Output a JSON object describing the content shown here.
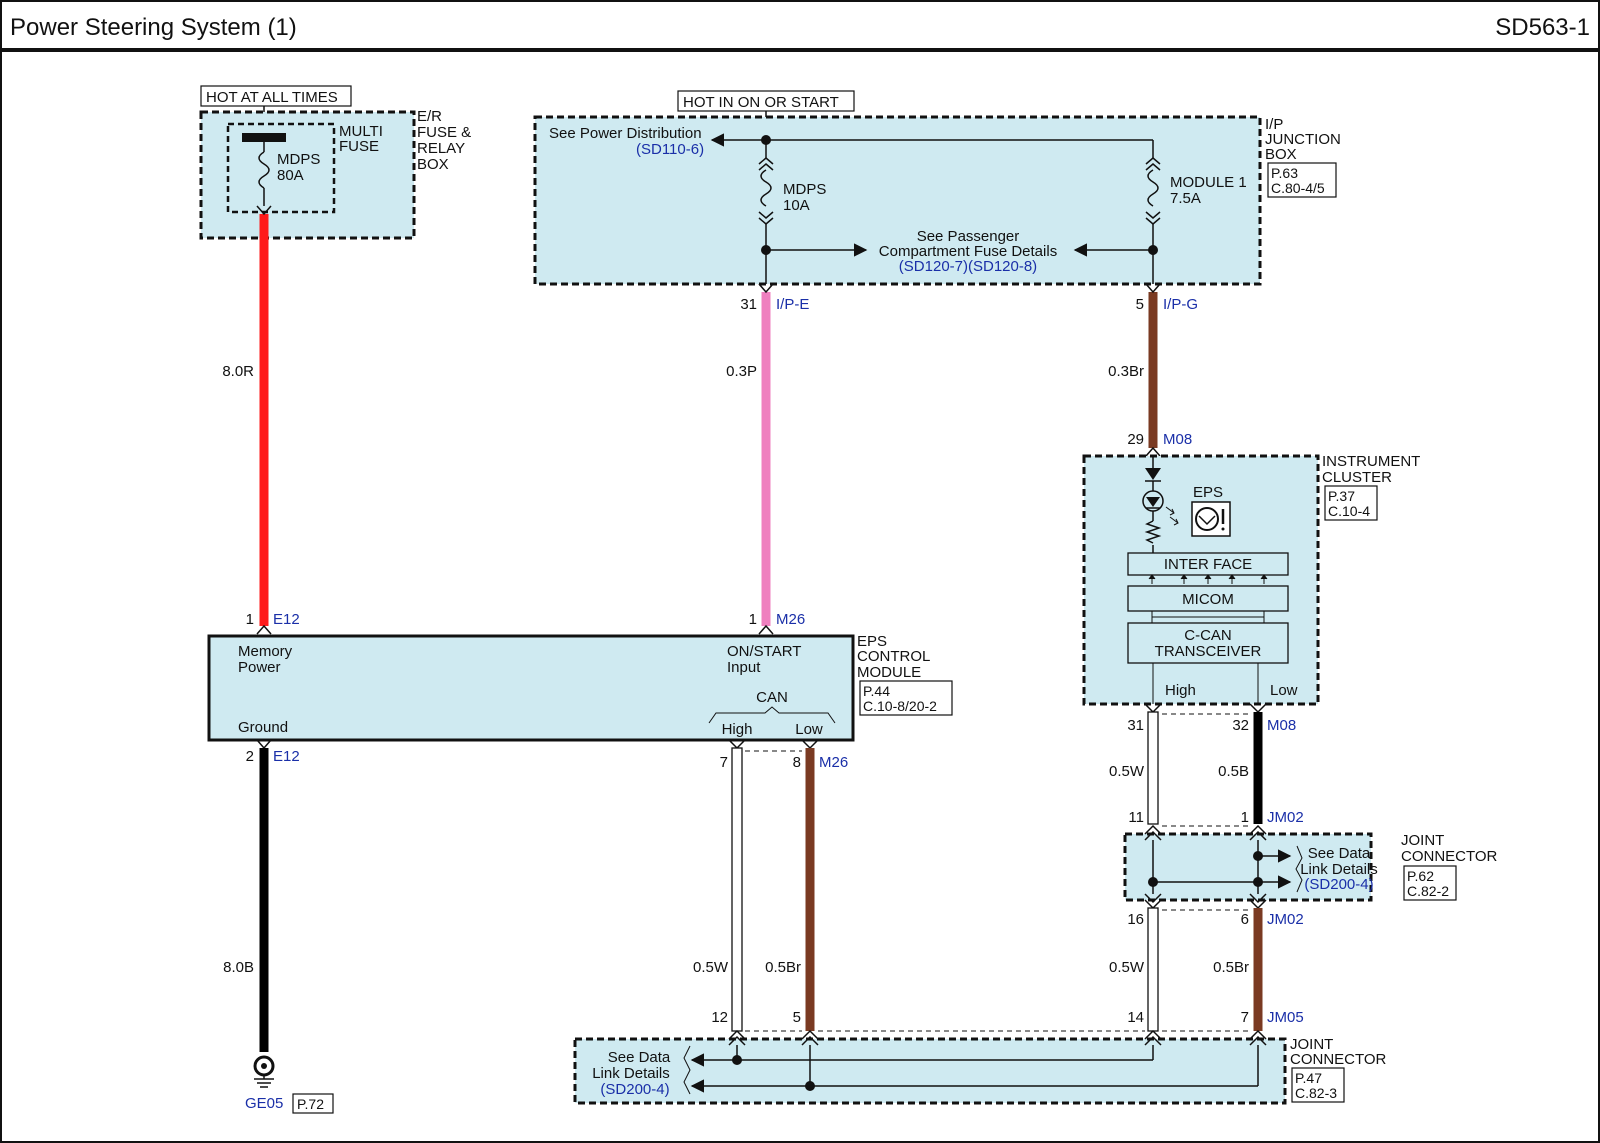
{
  "header": {
    "title": "Power Steering System (1)",
    "code": "SD563-1"
  },
  "hot_labels": {
    "always": "HOT AT ALL TIMES",
    "on_start": "HOT IN ON OR START"
  },
  "er_box": {
    "name_lines": [
      "E/R",
      "FUSE &",
      "RELAY",
      "BOX"
    ],
    "multi_fuse": [
      "MULTI",
      "FUSE"
    ],
    "fuse_name": "MDPS",
    "fuse_rating": "80A"
  },
  "ip_box": {
    "name_lines": [
      "I/P",
      "JUNCTION",
      "BOX"
    ],
    "refs": [
      "P.63",
      "C.80-4/5"
    ],
    "power_dist_label": "See Power Distribution",
    "power_dist_link": "(SD110-6)",
    "fuse1_name": "MDPS",
    "fuse1_rating": "10A",
    "fuse2_name": "MODULE 1",
    "fuse2_rating": "7.5A",
    "passenger_lines": [
      "See Passenger",
      "Compartment Fuse Details"
    ],
    "passenger_links": "(SD120-7)(SD120-8)"
  },
  "wires": {
    "red": "8.0R",
    "pink": "0.3P",
    "brown_top": "0.3Br",
    "black": "8.0B",
    "can_high_left": "0.5W",
    "can_low_left": "0.5Br",
    "cluster_high": "0.5W",
    "cluster_low": "0.5B",
    "lower_high": "0.5W",
    "lower_low": "0.5Br"
  },
  "colors": {
    "red": "#ff1a1a",
    "pink": "#ef80bf",
    "brown": "#7a3a22",
    "black": "#000000",
    "box_fill": "#cfeaf1",
    "connector_blue": "#1a2fa8"
  },
  "pins": {
    "ip_e": {
      "pin": "31",
      "conn": "I/P-E"
    },
    "ip_g": {
      "pin": "5",
      "conn": "I/P-G"
    },
    "m08_29": {
      "pin": "29",
      "conn": "M08"
    },
    "e12_1": {
      "pin": "1",
      "conn": "E12"
    },
    "m26_1": {
      "pin": "1",
      "conn": "M26"
    },
    "e12_2": {
      "pin": "2",
      "conn": "E12"
    },
    "m26_7": {
      "pin": "7"
    },
    "m26_8": {
      "pin": "8",
      "conn": "M26"
    },
    "m08_31": {
      "pin": "31"
    },
    "m08_32": {
      "pin": "32",
      "conn": "M08"
    },
    "jm02_11": {
      "pin": "11"
    },
    "jm02_1": {
      "pin": "1",
      "conn": "JM02"
    },
    "jm02_16": {
      "pin": "16"
    },
    "jm02_6": {
      "pin": "6",
      "conn": "JM02"
    },
    "jm05_12": {
      "pin": "12"
    },
    "jm05_5": {
      "pin": "5"
    },
    "jm05_14": {
      "pin": "14"
    },
    "jm05_7": {
      "pin": "7",
      "conn": "JM05"
    }
  },
  "eps_module": {
    "name_lines": [
      "EPS",
      "CONTROL",
      "MODULE"
    ],
    "refs": [
      "P.44",
      "C.10-8/20-2"
    ],
    "memory_power": [
      "Memory",
      "Power"
    ],
    "on_start": [
      "ON/START",
      "Input"
    ],
    "ground": "Ground",
    "can": "CAN",
    "high": "High",
    "low": "Low"
  },
  "cluster": {
    "name_lines": [
      "INSTRUMENT",
      "CLUSTER"
    ],
    "refs": [
      "P.37",
      "C.10-4"
    ],
    "eps_label": "EPS",
    "interface": "INTER FACE",
    "micom": "MICOM",
    "transceiver": [
      "C-CAN",
      "TRANSCEIVER"
    ],
    "high": "High",
    "low": "Low"
  },
  "joint_upper": {
    "name_lines": [
      "JOINT",
      "CONNECTOR"
    ],
    "refs": [
      "P.62",
      "C.82-2"
    ],
    "see_lines": [
      "See Data",
      "Link Details"
    ],
    "link": "(SD200-4)"
  },
  "joint_lower": {
    "name_lines": [
      "JOINT",
      "CONNECTOR"
    ],
    "refs": [
      "P.47",
      "C.82-3"
    ],
    "see_lines": [
      "See Data",
      "Link Details"
    ],
    "link": "(SD200-4)"
  },
  "ground": {
    "conn": "GE05",
    "ref": "P.72"
  }
}
